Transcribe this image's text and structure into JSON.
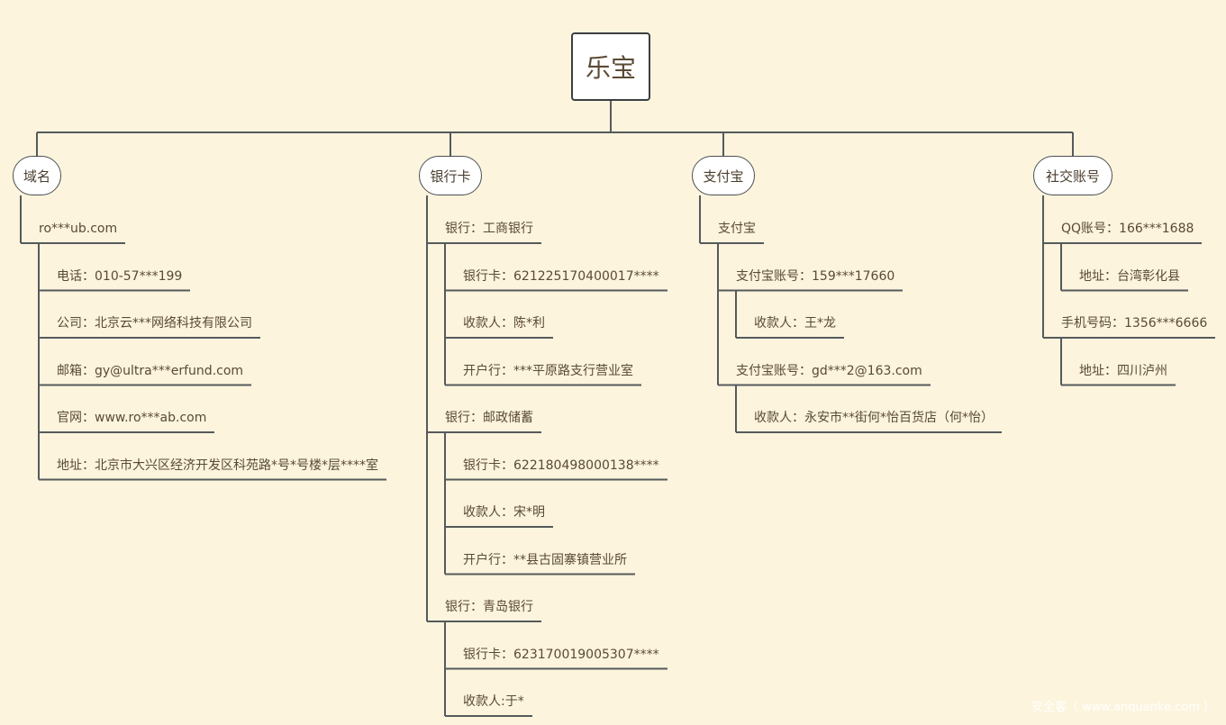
{
  "root": {
    "label": "乐宝"
  },
  "branches": [
    {
      "label": "域名",
      "children": [
        {
          "label": "ro***ub.com",
          "children": [
            {
              "label": "电话：010-57***199"
            },
            {
              "label": "公司：北京云***网络科技有限公司"
            },
            {
              "label": "邮箱：gy@ultra***erfund.com"
            },
            {
              "label": "官网：www.ro***ab.com"
            },
            {
              "label": "地址：北京市大兴区经济开发区科苑路*号*号楼*层****室"
            }
          ]
        }
      ]
    },
    {
      "label": "银行卡",
      "children": [
        {
          "label": "银行：工商银行",
          "children": [
            {
              "label": "银行卡：621225170400017****"
            },
            {
              "label": "收款人：陈*利"
            },
            {
              "label": "开户行：***平原路支行营业室"
            }
          ]
        },
        {
          "label": "银行：邮政储蓄",
          "children": [
            {
              "label": "银行卡：622180498000138****"
            },
            {
              "label": "收款人：宋*明"
            },
            {
              "label": "开户行：**县古固寨镇营业所"
            }
          ]
        },
        {
          "label": "银行：青岛银行",
          "children": [
            {
              "label": "银行卡：623170019005307****"
            },
            {
              "label": "收款人:于*"
            }
          ]
        }
      ]
    },
    {
      "label": "支付宝",
      "children": [
        {
          "label": "支付宝",
          "children": [
            {
              "label": "支付宝账号：159***17660",
              "children": [
                {
                  "label": "收款人：王*龙"
                }
              ]
            },
            {
              "label": "支付宝账号：gd***2@163.com",
              "children": [
                {
                  "label": "收款人：永安市**街何*怡百货店（何*怡）"
                }
              ]
            }
          ]
        }
      ]
    },
    {
      "label": "社交账号",
      "children": [
        {
          "label": "QQ账号：166***1688",
          "children": [
            {
              "label": "地址：台湾彰化县"
            }
          ]
        },
        {
          "label": "手机号码：1356***6666",
          "children": [
            {
              "label": "地址：四川泸州"
            }
          ]
        }
      ]
    }
  ],
  "watermark": "安全客（ www.anquanke.com ）",
  "colors": {
    "background": "#fcf4dd",
    "line": "#555a5c",
    "text": "#5a4a35",
    "box": "#ffffff"
  }
}
